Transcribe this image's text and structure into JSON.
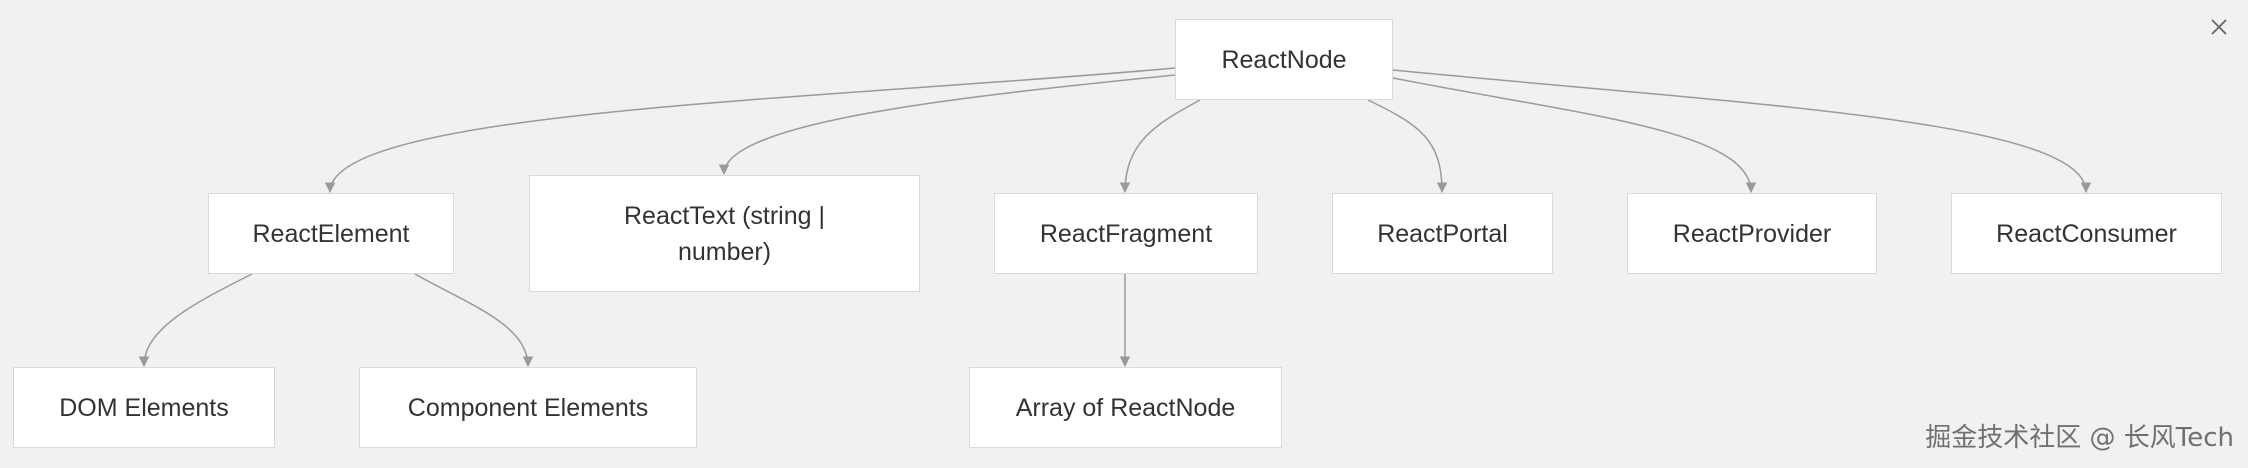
{
  "nodes": {
    "react_node": "ReactNode",
    "react_element": "ReactElement",
    "react_text": "ReactText (string | number)",
    "react_fragment": "ReactFragment",
    "react_portal": "ReactPortal",
    "react_provider": "ReactProvider",
    "react_consumer": "ReactConsumer",
    "dom_elements": "DOM Elements",
    "component_elements": "Component Elements",
    "array_of_react_node": "Array of ReactNode"
  },
  "edges": [
    [
      "react_node",
      "react_element"
    ],
    [
      "react_node",
      "react_text"
    ],
    [
      "react_node",
      "react_fragment"
    ],
    [
      "react_node",
      "react_portal"
    ],
    [
      "react_node",
      "react_provider"
    ],
    [
      "react_node",
      "react_consumer"
    ],
    [
      "react_element",
      "dom_elements"
    ],
    [
      "react_element",
      "component_elements"
    ],
    [
      "react_fragment",
      "array_of_react_node"
    ]
  ],
  "colors": {
    "edge": "#9a9a9a",
    "node_border": "#d9d9d9",
    "background": "#f2f1ef"
  },
  "icons": {
    "close": "close-icon"
  },
  "watermark": "掘金技术社区 @ 长风Tech"
}
